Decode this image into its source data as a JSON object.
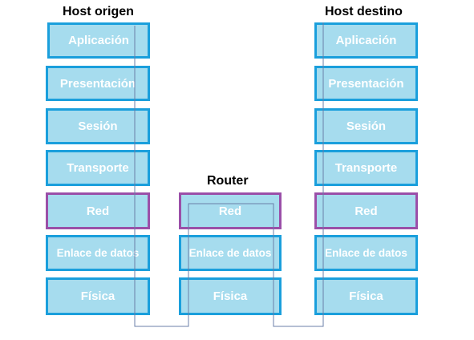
{
  "headings": {
    "source": "Host origen",
    "router": "Router",
    "destination": "Host destino"
  },
  "source_layers": [
    "Aplicación",
    "Presentación",
    "Sesión",
    "Transporte",
    "Red",
    "Enlace de datos",
    "Física"
  ],
  "router_layers": [
    "Red",
    "Enlace de datos",
    "Física"
  ],
  "destination_layers": [
    "Aplicación",
    "Presentación",
    "Sesión",
    "Transporte",
    "Red",
    "Enlace de datos",
    "Física"
  ],
  "colors": {
    "layer_fill": "#a6dcee",
    "layer_border": "#1a9fdc",
    "network_border": "#9b4fa8",
    "path_line": "#6b7fa8"
  }
}
